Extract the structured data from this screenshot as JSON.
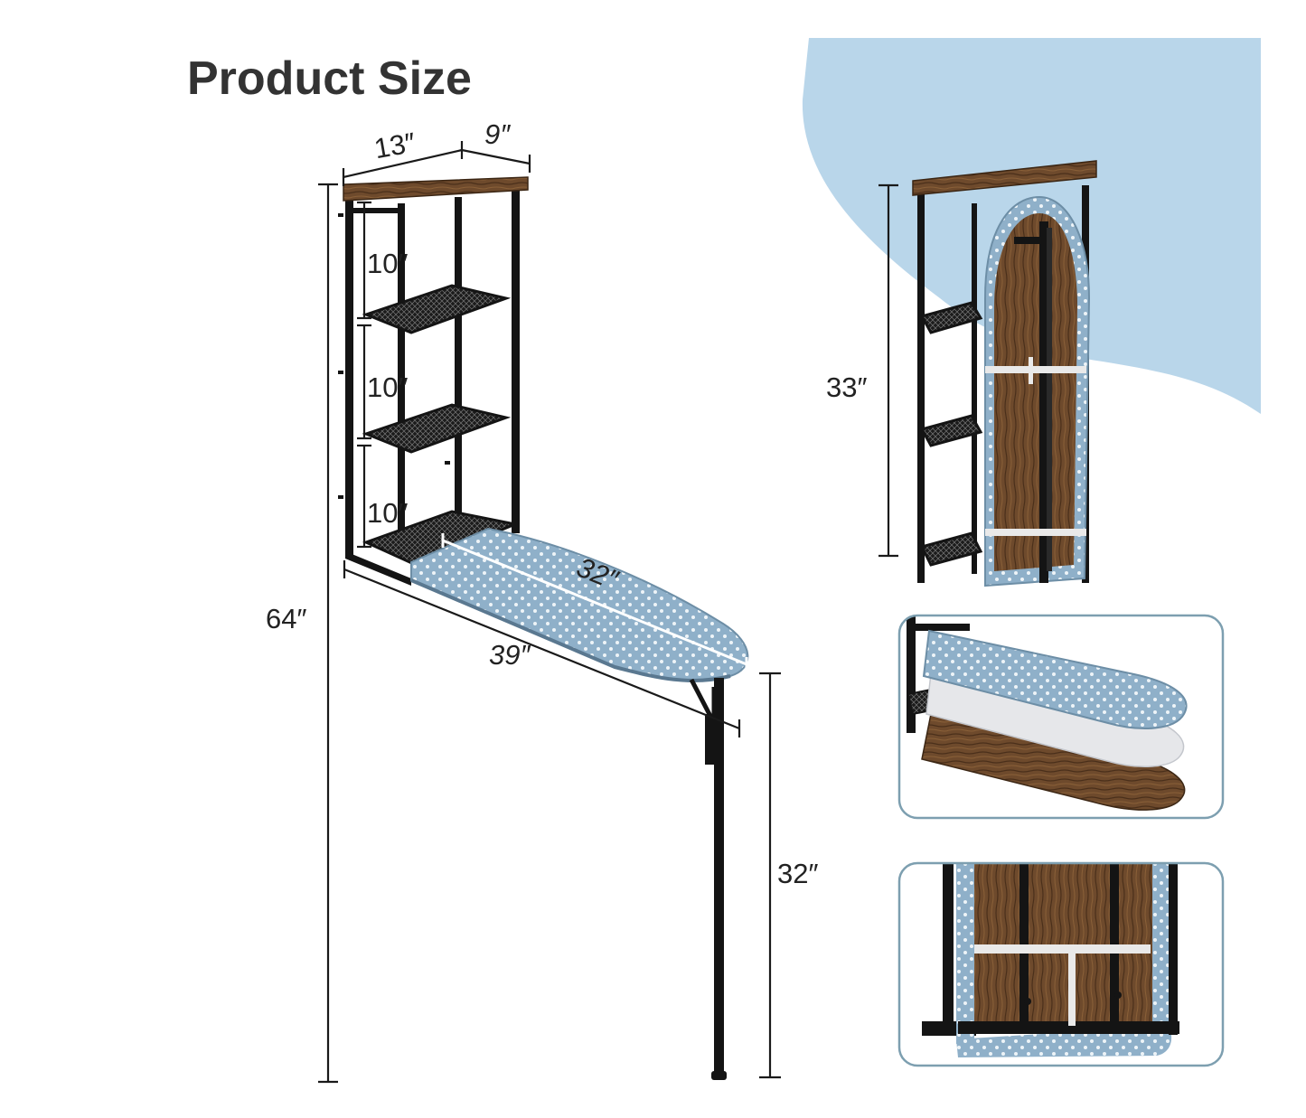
{
  "title": "Product Size",
  "colors": {
    "frame": "#141414",
    "wood": "#6e4a2c",
    "wood_dark": "#4a2f1a",
    "cover": "#8fb0c9",
    "cover_dot": "#eef4f8",
    "accent_blob": "#b9d6ea",
    "inset_border": "#7d9fb0",
    "strap": "#e9e9e9"
  },
  "dimensions": {
    "top_width": "13″",
    "top_depth": "9″",
    "shelf_gap_1": "10″",
    "shelf_gap_2": "10″",
    "shelf_gap_3": "10″",
    "total_height": "64″",
    "board_length": "32″",
    "extended_length": "39″",
    "board_height": "32″",
    "folded_height": "33″"
  }
}
